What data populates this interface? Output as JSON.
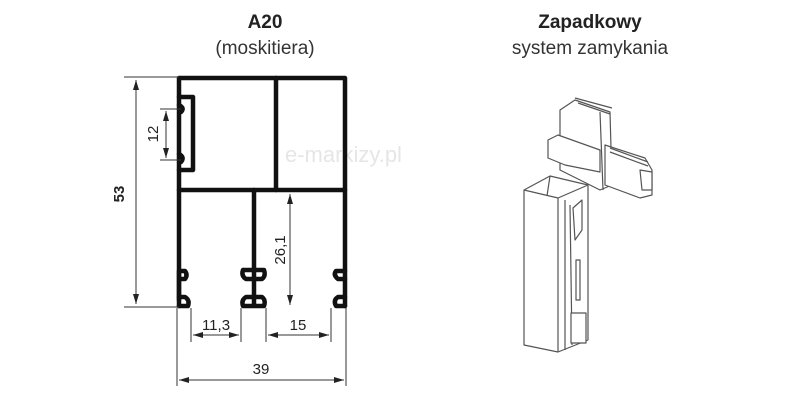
{
  "left_panel": {
    "title": "A20",
    "subtitle": "(moskitiera)"
  },
  "right_panel": {
    "title": "Zapadkowy",
    "subtitle": "system zamykania"
  },
  "watermark": "e-markizy.pl",
  "dimensions": {
    "height": "53",
    "slot": "12",
    "inner_height": "26,1",
    "left_gap": "11,3",
    "right_gap": "15",
    "width": "39"
  }
}
